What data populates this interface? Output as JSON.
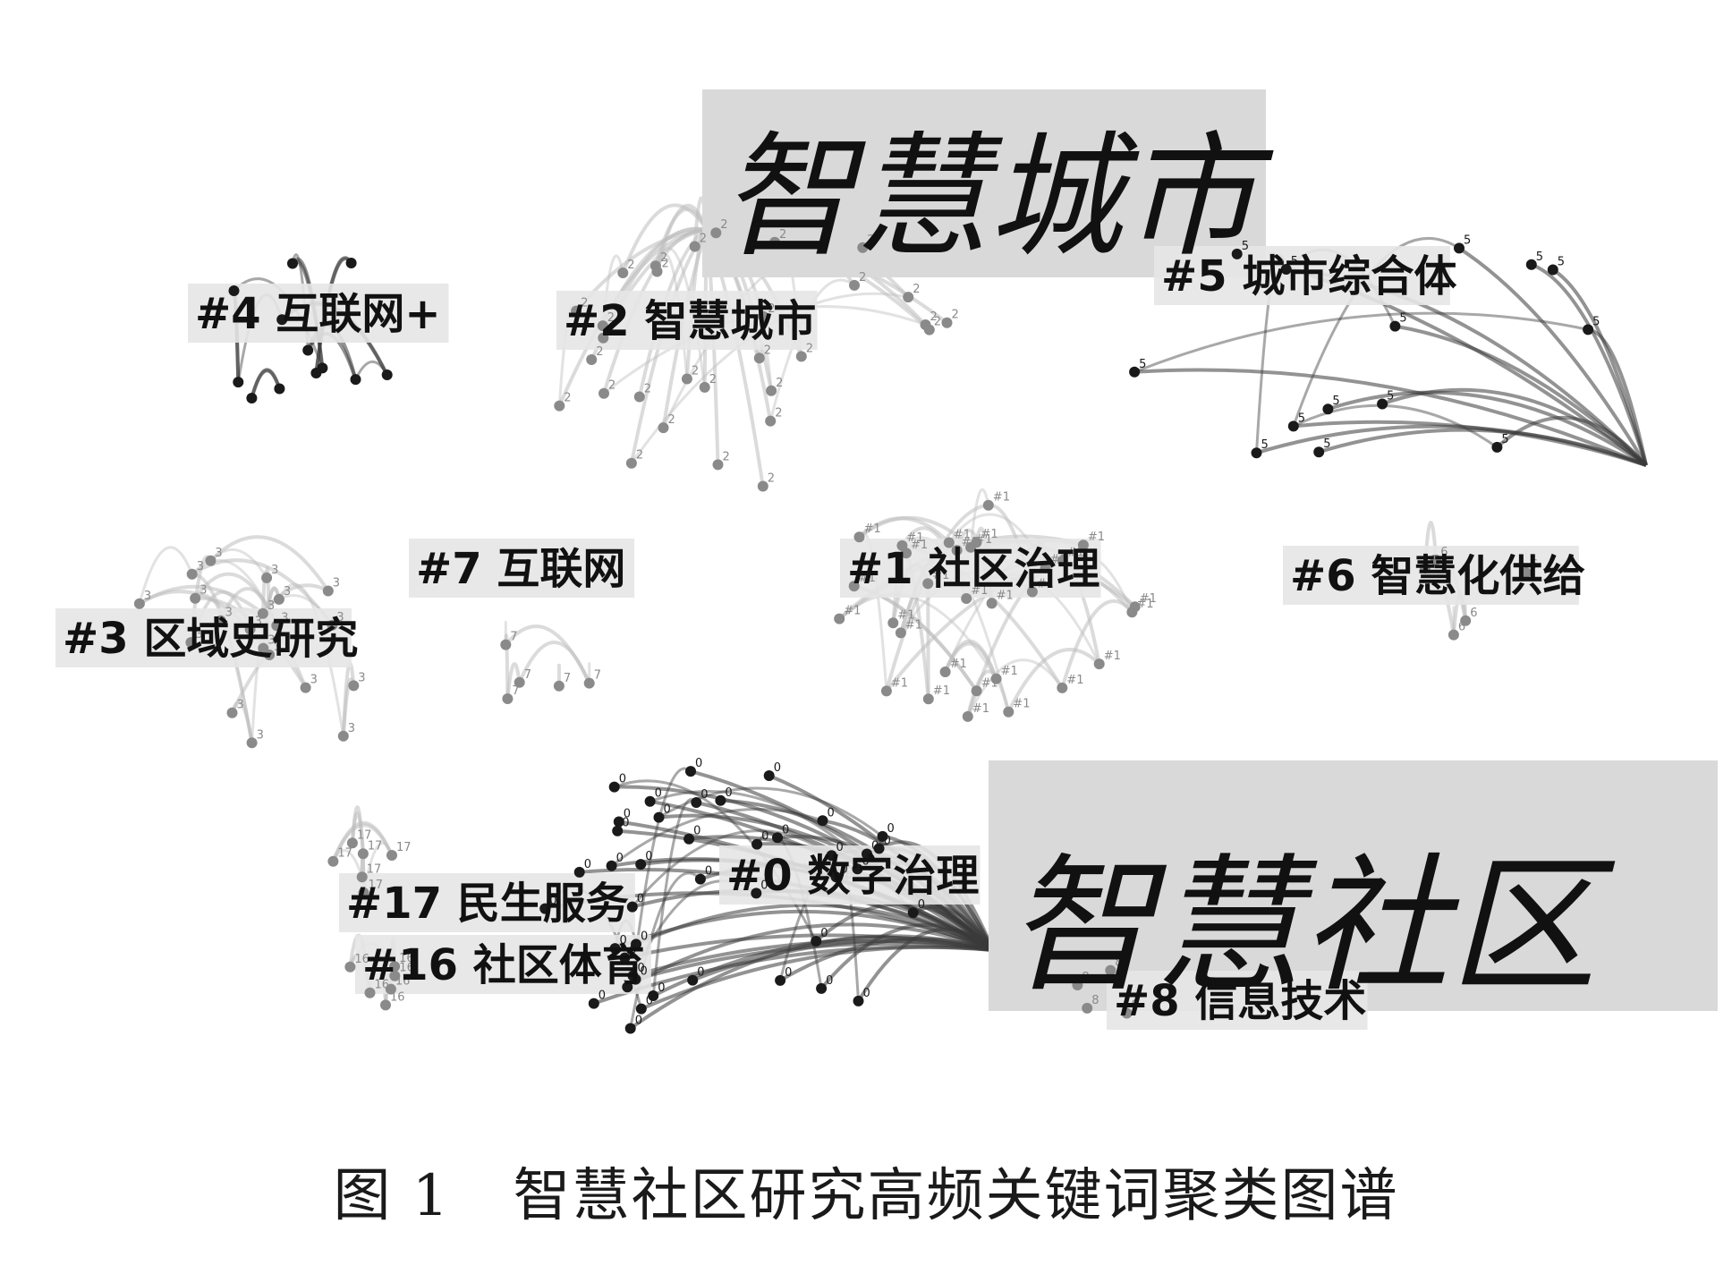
{
  "diagram": {
    "big_labels": {
      "top": "智慧城市",
      "bottom": "智慧社区"
    },
    "clusters": [
      {
        "id": "c0",
        "label": "#0 数字治理",
        "node_tag": "0",
        "tone": "dark"
      },
      {
        "id": "c1",
        "label": "#1 社区治理",
        "node_tag": "#1",
        "tone": "light"
      },
      {
        "id": "c2",
        "label": "#2 智慧城市",
        "node_tag": "2",
        "tone": "light"
      },
      {
        "id": "c3",
        "label": "#3 区域史研究",
        "node_tag": "3",
        "tone": "light"
      },
      {
        "id": "c4",
        "label": "#4 互联网+",
        "node_tag": "",
        "tone": "dark"
      },
      {
        "id": "c5",
        "label": "#5 城市综合体",
        "node_tag": "5",
        "tone": "dark"
      },
      {
        "id": "c6",
        "label": "#6 智慧化供给",
        "node_tag": "6",
        "tone": "light"
      },
      {
        "id": "c7",
        "label": "#7 互联网",
        "node_tag": "7",
        "tone": "light"
      },
      {
        "id": "c8",
        "label": "#8 信息技术",
        "node_tag": "8",
        "tone": "light"
      },
      {
        "id": "c16",
        "label": "#16 社区体育",
        "node_tag": "16",
        "tone": "light"
      },
      {
        "id": "c17",
        "label": "#17 民生服务",
        "node_tag": "17",
        "tone": "light"
      }
    ]
  },
  "caption": {
    "figure_number": "图 1",
    "title": "智慧社区研究高频关键词聚类图谱"
  }
}
